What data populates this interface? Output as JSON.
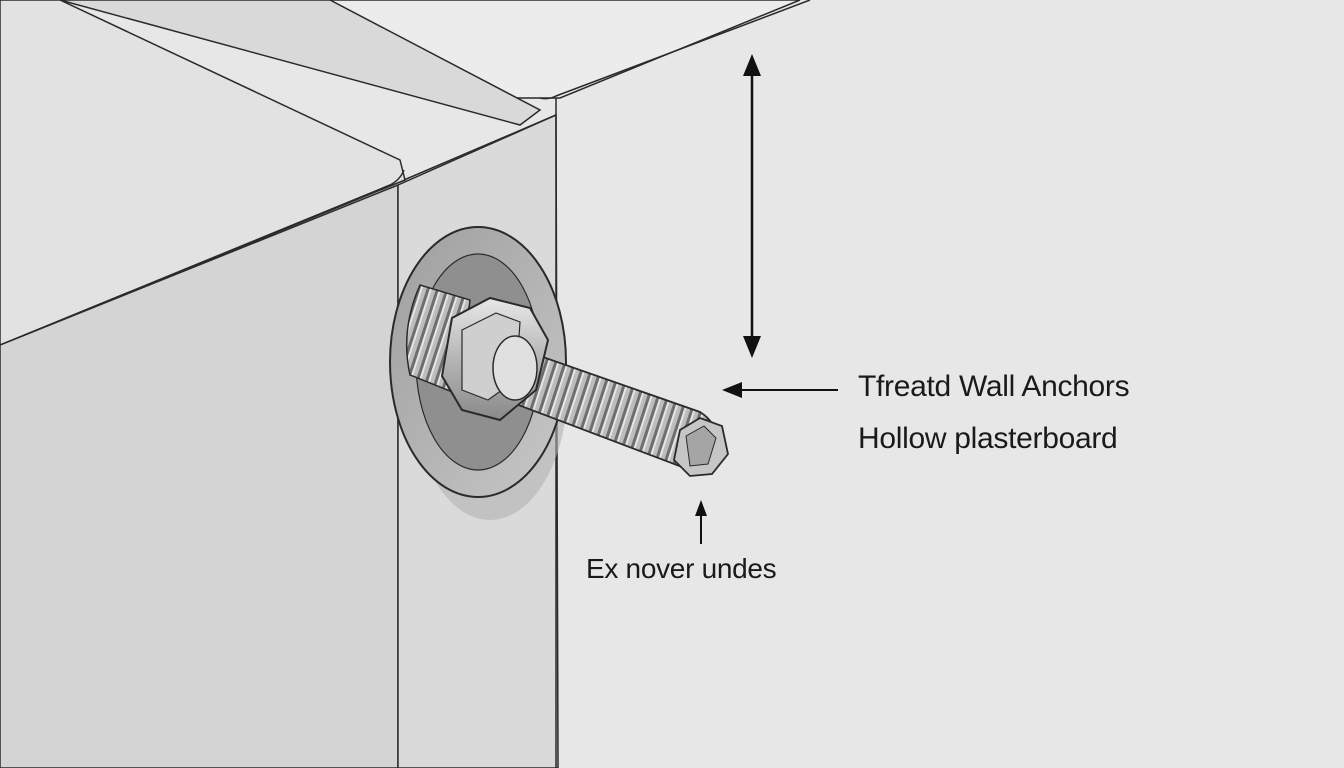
{
  "diagram": {
    "callout_main": {
      "line1": "Tfreatd Wall Anchors",
      "line2": "Hollow plasterboard"
    },
    "callout_bottom": "Ex nover undes"
  },
  "colors": {
    "background": "#e6e6e6",
    "wall_light": "#dcdcdc",
    "wall_front": "#d0d0d0",
    "outline": "#2a2a2a",
    "metal": "#b8b8b8"
  }
}
